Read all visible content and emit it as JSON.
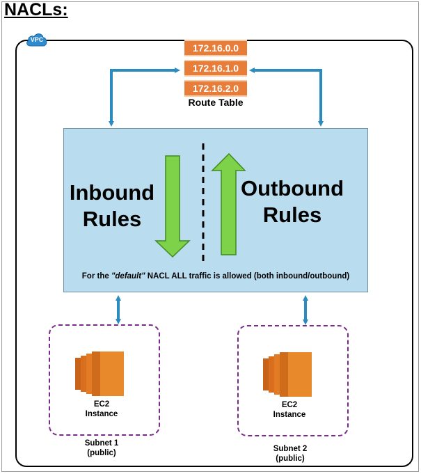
{
  "header": {
    "title": "NACLs:"
  },
  "vpc": {
    "badge": "VPC"
  },
  "route_table": {
    "label": "Route Table",
    "entries": [
      "172.16.0.0",
      "172.16.1.0",
      "172.16.2.0"
    ]
  },
  "nacl": {
    "inbound": [
      "Inbound",
      "Rules"
    ],
    "outbound": [
      "Outbound",
      "Rules"
    ],
    "note_prefix": "For the ",
    "note_emphasis": "\"default\"",
    "note_suffix": " NACL ALL traffic is allowed (both inbound/outbound)"
  },
  "subnets": [
    {
      "instance": [
        "EC2",
        "Instance"
      ],
      "label": [
        "Subnet 1",
        "(public)"
      ]
    },
    {
      "instance": [
        "EC2",
        "Instance"
      ],
      "label": [
        "Subnet 2",
        "(public)"
      ]
    }
  ],
  "colors": {
    "route_entry": "#e87d3a",
    "arrow_blue": "#2a8bbf",
    "nacl_fill": "#b9dcee",
    "green_arrow": "#7dd24a",
    "subnet_border": "#7a2a8a",
    "ec2_orange": "#e27b24"
  },
  "icons": {
    "vpc": "cloud-icon",
    "ec2": "ec2-server-icon"
  }
}
